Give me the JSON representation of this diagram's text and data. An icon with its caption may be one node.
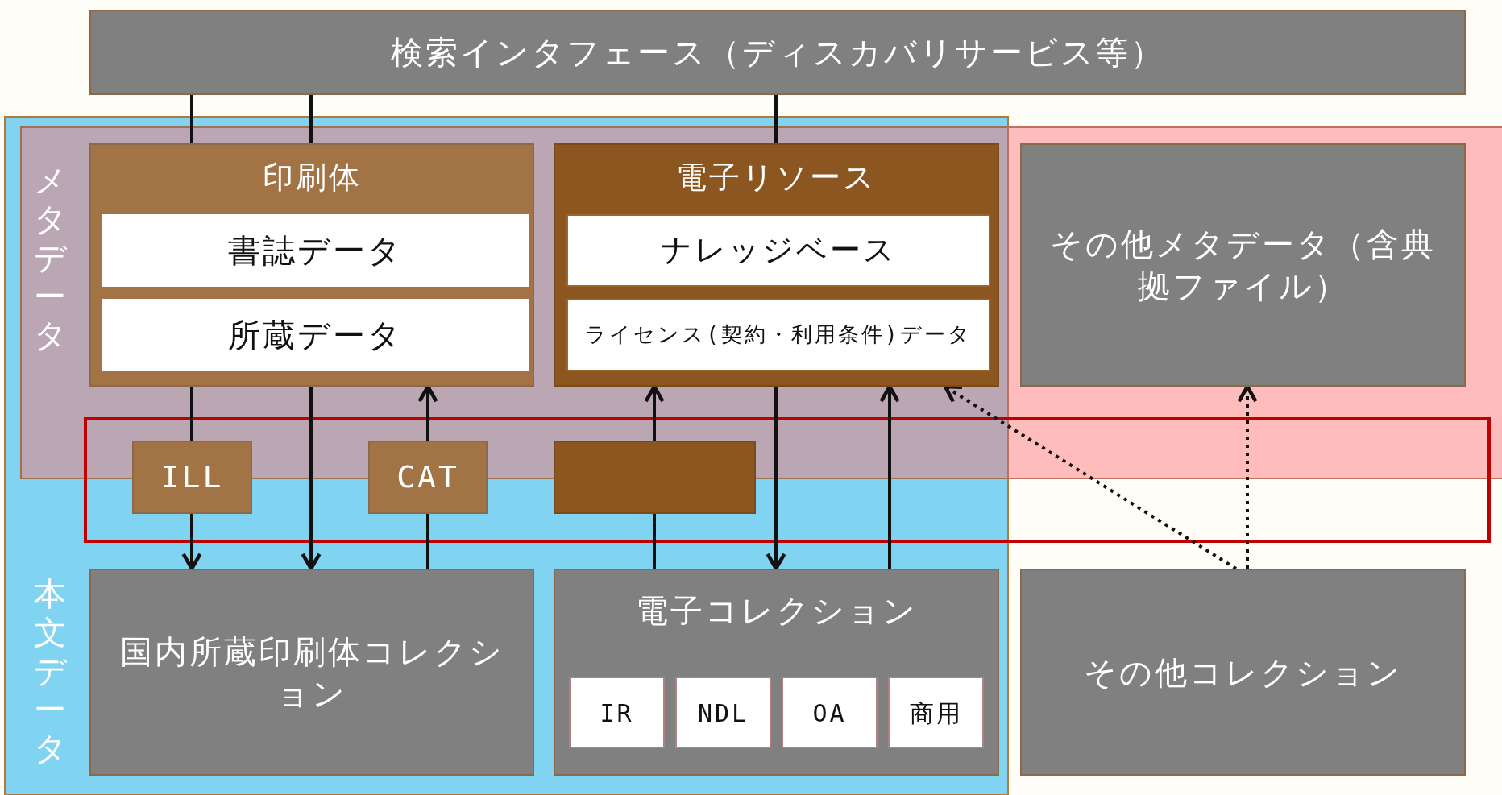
{
  "diagram": {
    "nodes": [
      {
        "text": [
          "検索インタフェース（ディスカバリサービス等）"
        ]
      },
      {
        "text": [
          "印刷体"
        ]
      },
      {
        "text": [
          "書誌データ"
        ],
        "in": 1
      },
      {
        "text": [
          "所蔵データ"
        ],
        "in": 1
      },
      {
        "text": [
          "電子リソース"
        ]
      },
      {
        "text": [
          "ナレッジベース"
        ],
        "in": 4
      },
      {
        "text": [
          "ライセンス(契約・利用条件)データ"
        ],
        "in": 4
      },
      {
        "text": [
          "その他メタデータ（含典拠ファイル）"
        ]
      },
      {
        "text": [
          "ILL"
        ]
      },
      {
        "text": [
          "CAT"
        ]
      },
      {
        "text": [],
        "shape": "box"
      },
      {
        "text": [
          "国内所蔵印刷体コレクション"
        ]
      },
      {
        "text": [
          "電子コレクション"
        ]
      },
      {
        "text": [
          "IR"
        ],
        "in": 12
      },
      {
        "text": [
          "NDL"
        ],
        "in": 12
      },
      {
        "text": [
          "OA"
        ],
        "in": 12
      },
      {
        "text": [
          "商用"
        ],
        "in": 12
      },
      {
        "text": [
          "その他コレクション"
        ]
      }
    ],
    "edges": [
      {
        "from": 0,
        "to": 1,
        "arrow": "none"
      },
      {
        "from": 0,
        "to": 1,
        "arrow": "none"
      },
      {
        "from": 0,
        "to": 4,
        "arrow": "none"
      },
      {
        "from": 1,
        "to": 8,
        "arrow": "none"
      },
      {
        "from": 8,
        "to": 11,
        "arrow": "to"
      },
      {
        "from": 1,
        "to": 11,
        "arrow": "to"
      },
      {
        "from": 11,
        "to": 9,
        "arrow": "none"
      },
      {
        "from": 9,
        "to": 1,
        "arrow": "to"
      },
      {
        "from": 12,
        "to": 10,
        "arrow": "none"
      },
      {
        "from": 10,
        "to": 4,
        "arrow": "to"
      },
      {
        "from": 4,
        "to": 12,
        "arrow": "to"
      },
      {
        "from": 12,
        "to": 4,
        "arrow": "to"
      },
      {
        "from": 17,
        "to": 4,
        "arrow": "to",
        "style": "dashed"
      },
      {
        "from": 17,
        "to": 7,
        "arrow": "to",
        "style": "dashed"
      }
    ],
    "labels": [
      "メタデータ",
      "本文データ"
    ]
  }
}
